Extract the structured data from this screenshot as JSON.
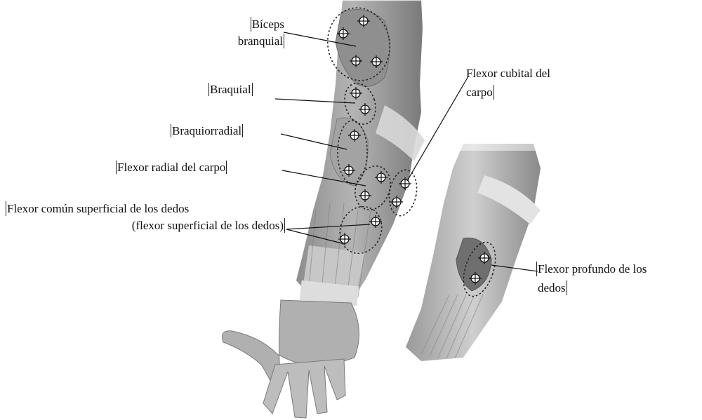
{
  "figure": {
    "colors": {
      "muscle_dark": "#6e6e6e",
      "muscle_mid": "#9a9a9a",
      "muscle_light": "#c9c9c9",
      "tendon": "#d9d9d9",
      "ink": "#111111"
    },
    "labels": {
      "biceps_line1": "Bíceps",
      "biceps_line2": "branquial",
      "braquial": "Braquial",
      "braquiorradial": "Braquiorradial",
      "flexor_radial": "Flexor radial del carpo",
      "flexor_comun_line1": "Flexor común superficial de los dedos",
      "flexor_comun_line2": "(flexor superficial de los dedos)",
      "flexor_cubital_line1": "Flexor cubital del",
      "flexor_cubital_line2": "carpo",
      "flexor_profundo_line1": "Flexor profundo de los",
      "flexor_profundo_line2": "dedos"
    },
    "icons": {
      "motor_point": "crosshair-target-icon",
      "zone": "dotted-ellipse-zone"
    }
  }
}
